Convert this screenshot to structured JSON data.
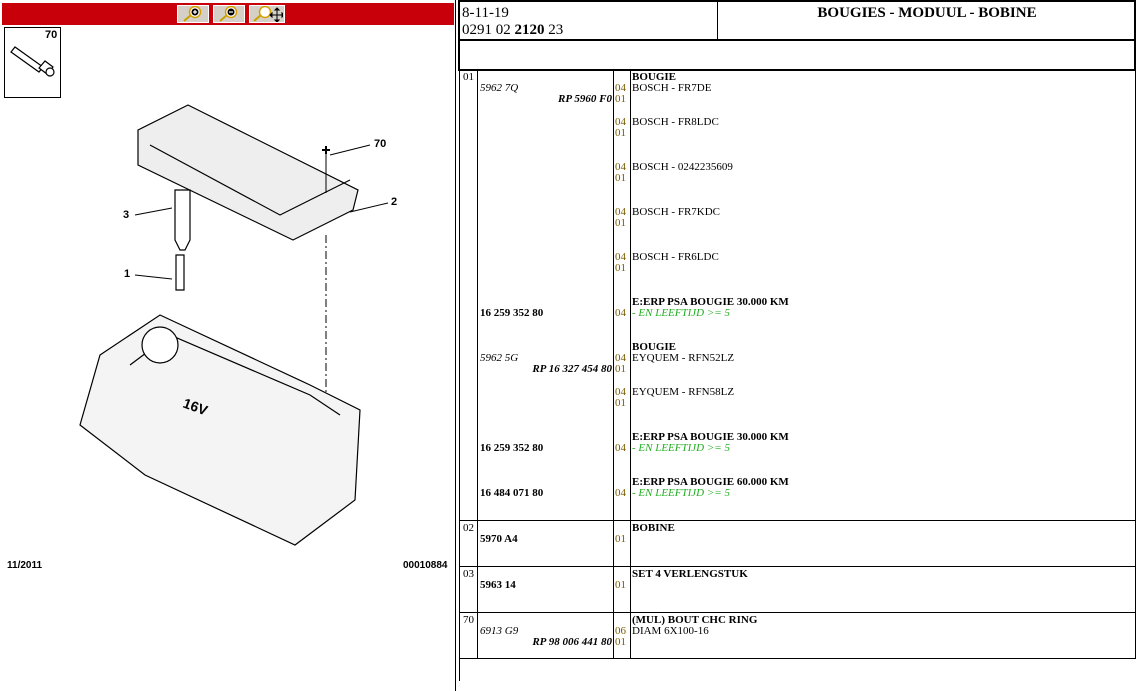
{
  "toolbar": {
    "buttons": [
      {
        "name": "zoom-in"
      },
      {
        "name": "zoom-out"
      },
      {
        "name": "zoom-pan"
      }
    ]
  },
  "drawing": {
    "thumb_label": "70",
    "callouts": [
      "70",
      "3",
      "1",
      "2"
    ],
    "date": "11/2011",
    "drawing_no": "00010884",
    "engine_mark": "16V"
  },
  "header": {
    "date": "8-11-19",
    "code_parts": [
      "0291 02 ",
      "2120",
      " 23"
    ],
    "title": "BOUGIES - MODUUL - BOBINE"
  },
  "colors": {
    "toolbar": "#c8000a",
    "green": "#1fae1f",
    "qty": "#7a5c00"
  },
  "rows": [
    {
      "pos": "01",
      "blocks": [
        {
          "lines": [
            {
              "desc": "BOUGIE",
              "ds": "bold"
            },
            {
              "ref": "5962 7Q",
              "rs": "left",
              "qty": "04",
              "desc": "BOSCH - FR7DE"
            },
            {
              "ref": "RP 5960 F0",
              "rs": "right",
              "qty": "01"
            }
          ]
        },
        {
          "lines": [
            {
              "qty": "04",
              "desc": "BOSCH - FR8LDC"
            },
            {
              "qty": "01"
            }
          ]
        },
        {
          "lines": [
            {
              "qty": "04",
              "desc": "BOSCH - 0242235609"
            },
            {
              "qty": "01"
            }
          ]
        },
        {
          "lines": [
            {
              "qty": "04",
              "desc": "BOSCH - FR7KDC"
            },
            {
              "qty": "01"
            }
          ]
        },
        {
          "lines": [
            {
              "qty": "04",
              "desc": "BOSCH - FR6LDC"
            },
            {
              "qty": "01"
            }
          ]
        },
        {
          "lines": [
            {
              "desc": "E:ERP PSA BOUGIE 30.000 KM",
              "ds": "bold"
            },
            {
              "ref": "16 259 352 80",
              "rs": "bold",
              "qty": "04",
              "desc": "- EN LEEFTIJD >= 5",
              "ds": "green"
            }
          ]
        },
        {
          "lines": [
            {
              "desc": "BOUGIE",
              "ds": "bold"
            },
            {
              "ref": "5962 5G",
              "rs": "left",
              "qty": "04",
              "desc": "EYQUEM - RFN52LZ"
            },
            {
              "ref": "RP 16 327 454 80",
              "rs": "right",
              "qty": "01"
            }
          ]
        },
        {
          "lines": [
            {
              "qty": "04",
              "desc": "EYQUEM - RFN58LZ"
            },
            {
              "qty": "01"
            }
          ]
        },
        {
          "lines": [
            {
              "desc": "E:ERP PSA BOUGIE 30.000 KM",
              "ds": "bold"
            },
            {
              "ref": "16 259 352 80",
              "rs": "bold",
              "qty": "04",
              "desc": "- EN LEEFTIJD >= 5",
              "ds": "green"
            }
          ]
        },
        {
          "lines": [
            {
              "desc": "E:ERP PSA BOUGIE 60.000 KM",
              "ds": "bold"
            },
            {
              "ref": "16 484 071 80",
              "rs": "bold",
              "qty": "04",
              "desc": "- EN LEEFTIJD >= 5",
              "ds": "green"
            }
          ]
        }
      ]
    },
    {
      "pos": "02",
      "blocks": [
        {
          "lines": [
            {
              "desc": "BOBINE",
              "ds": "bold"
            },
            {
              "ref": "5970 A4",
              "rs": "bold",
              "qty": "01"
            }
          ]
        }
      ]
    },
    {
      "pos": "03",
      "blocks": [
        {
          "lines": [
            {
              "desc": "SET 4 VERLENGSTUK",
              "ds": "bold"
            },
            {
              "ref": "5963 14",
              "rs": "bold",
              "qty": "01"
            }
          ]
        }
      ]
    },
    {
      "pos": "70",
      "blocks": [
        {
          "lines": [
            {
              "desc": "(MUL) BOUT CHC RING",
              "ds": "bold"
            },
            {
              "ref": "6913 G9",
              "rs": "left",
              "qty": "06",
              "desc": "DIAM 6X100-16"
            },
            {
              "ref": "RP 98 006 441 80",
              "rs": "right",
              "qty": "01"
            }
          ]
        }
      ]
    }
  ]
}
